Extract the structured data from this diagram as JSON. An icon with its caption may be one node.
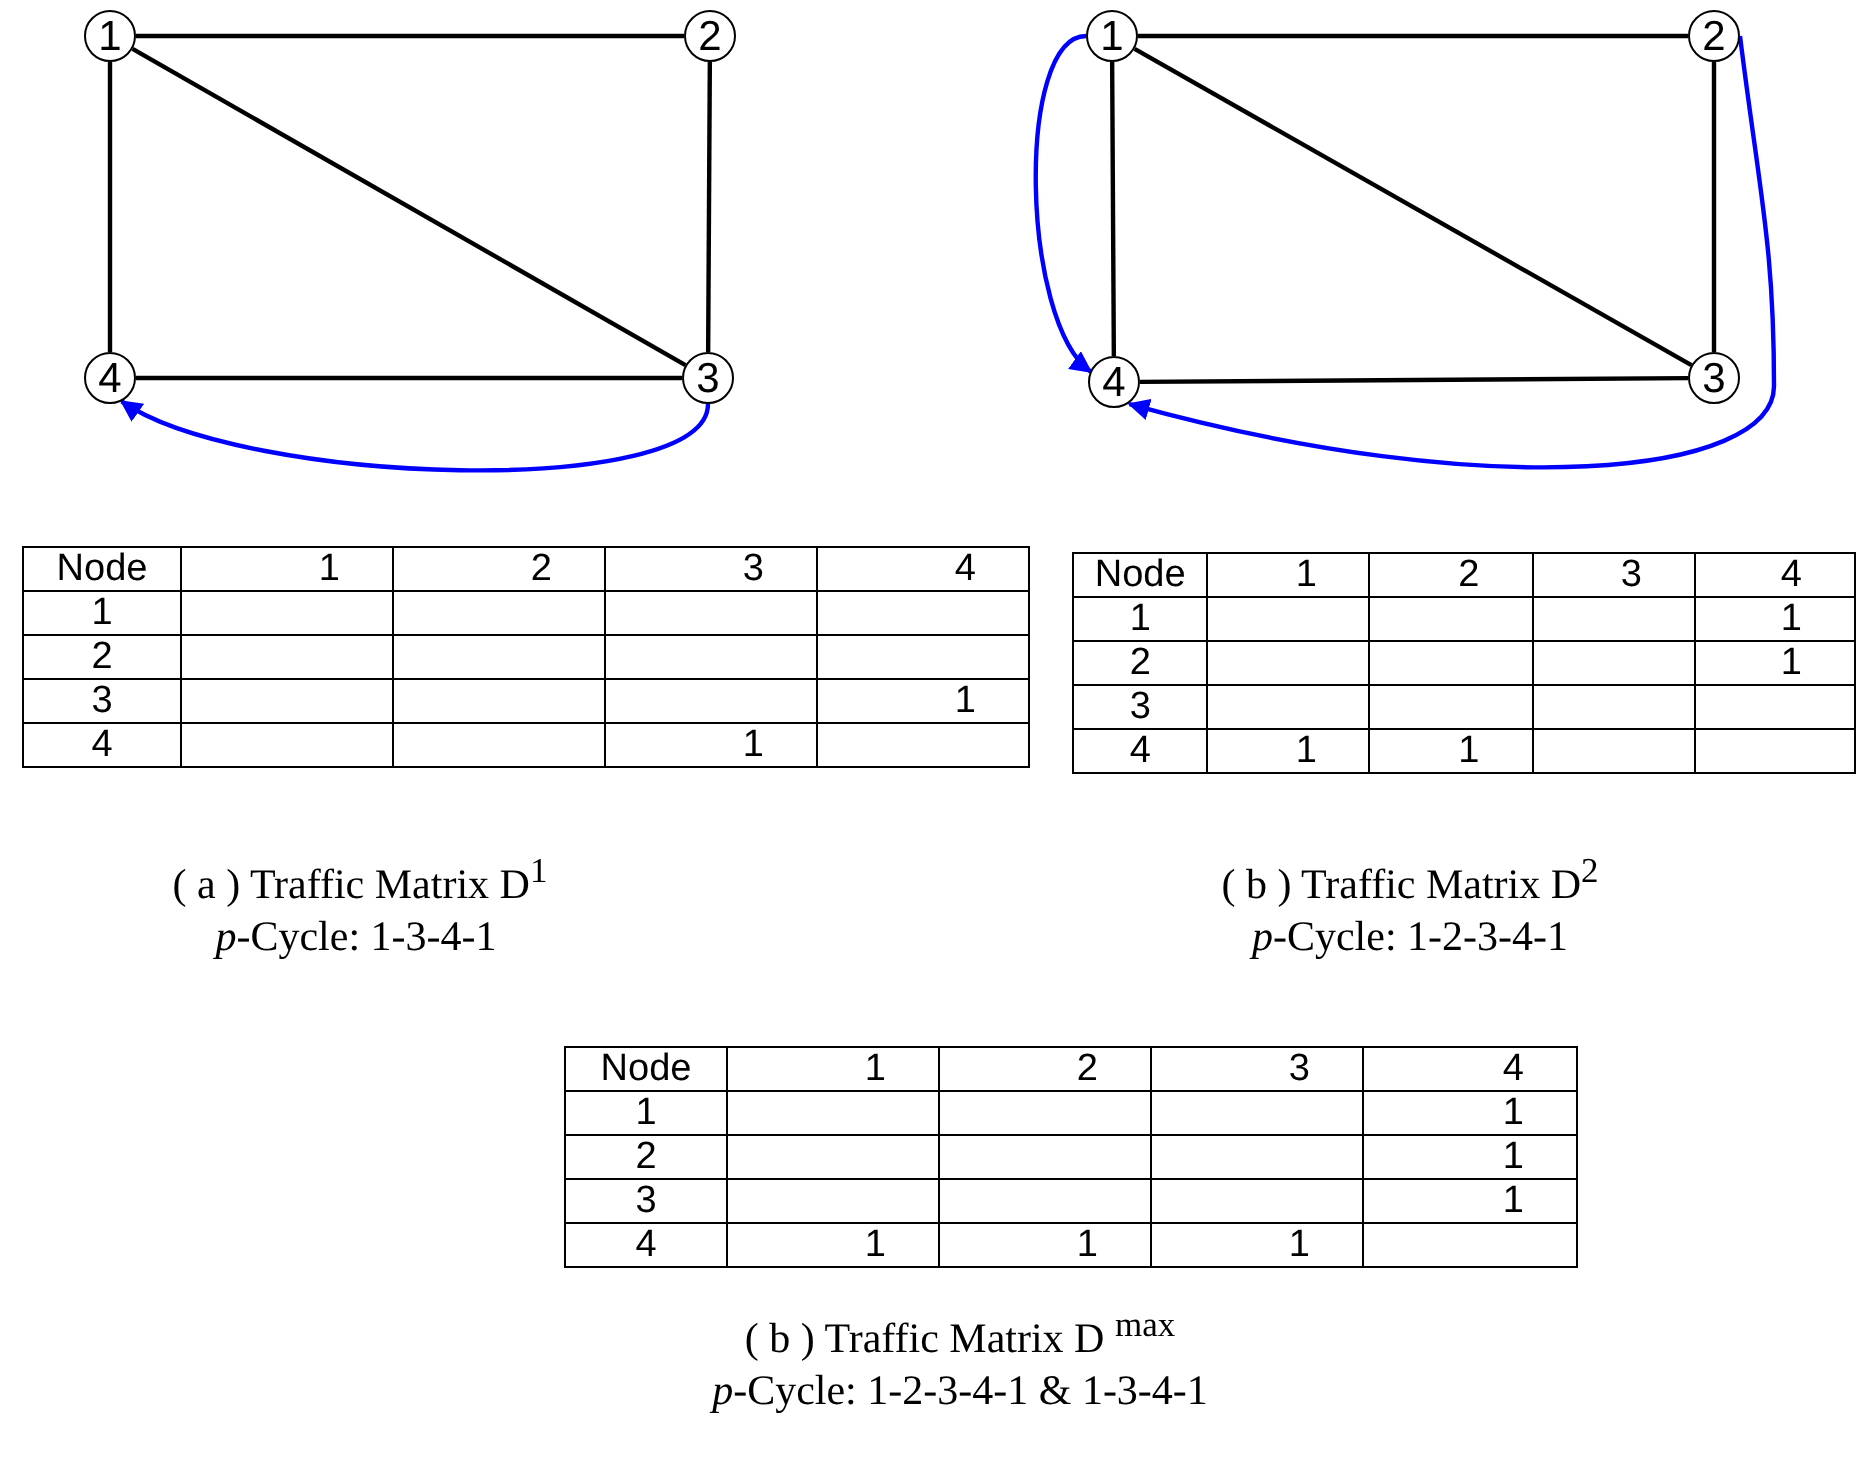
{
  "diagram": {
    "nodes": [
      {
        "text": [
          "1"
        ]
      },
      {
        "text": [
          "2"
        ]
      },
      {
        "text": [
          "3"
        ]
      },
      {
        "text": [
          "4"
        ]
      },
      {
        "text": [
          "1"
        ]
      },
      {
        "text": [
          "2"
        ]
      },
      {
        "text": [
          "3"
        ]
      },
      {
        "text": [
          "4"
        ]
      }
    ],
    "edges": [
      {
        "from": 0,
        "to": 1,
        "arrow": "none"
      },
      {
        "from": 0,
        "to": 2,
        "arrow": "none"
      },
      {
        "from": 1,
        "to": 2,
        "arrow": "none"
      },
      {
        "from": 0,
        "to": 3,
        "arrow": "none"
      },
      {
        "from": 2,
        "to": 3,
        "arrow": "none"
      },
      {
        "from": 2,
        "to": 3,
        "arrow": "to",
        "color": "#0000ff"
      },
      {
        "from": 4,
        "to": 5,
        "arrow": "none"
      },
      {
        "from": 4,
        "to": 6,
        "arrow": "none"
      },
      {
        "from": 5,
        "to": 6,
        "arrow": "none"
      },
      {
        "from": 4,
        "to": 7,
        "arrow": "none"
      },
      {
        "from": 6,
        "to": 7,
        "arrow": "none"
      },
      {
        "from": 4,
        "to": 7,
        "arrow": "to",
        "color": "#0000ff"
      },
      {
        "from": 5,
        "to": 7,
        "arrow": "to",
        "color": "#0000ff"
      }
    ],
    "labels": [
      "Node",
      "1",
      "2",
      "3",
      "4",
      "1",
      "2",
      "3",
      "1",
      "4",
      "1",
      "Node",
      "1",
      "2",
      "3",
      "4",
      "1",
      "1",
      "2",
      "1",
      "3",
      "4",
      "1",
      "1",
      "( a ) Traffic Matrix D$^{1}$",
      "*p*-Cycle: 1-3-4-1",
      "( b ) Traffic Matrix D$^{2}$",
      "*p*-Cycle: 1-2-3-4-1",
      "Node",
      "1",
      "2",
      "3",
      "4",
      "1",
      "1",
      "2",
      "1",
      "3",
      "1",
      "4",
      "1",
      "1",
      "1",
      "( b ) Traffic Matrix D $^{max}$",
      "*p*-Cycle: 1-2-3-4-1 & 1-3-4-1"
    ]
  }
}
